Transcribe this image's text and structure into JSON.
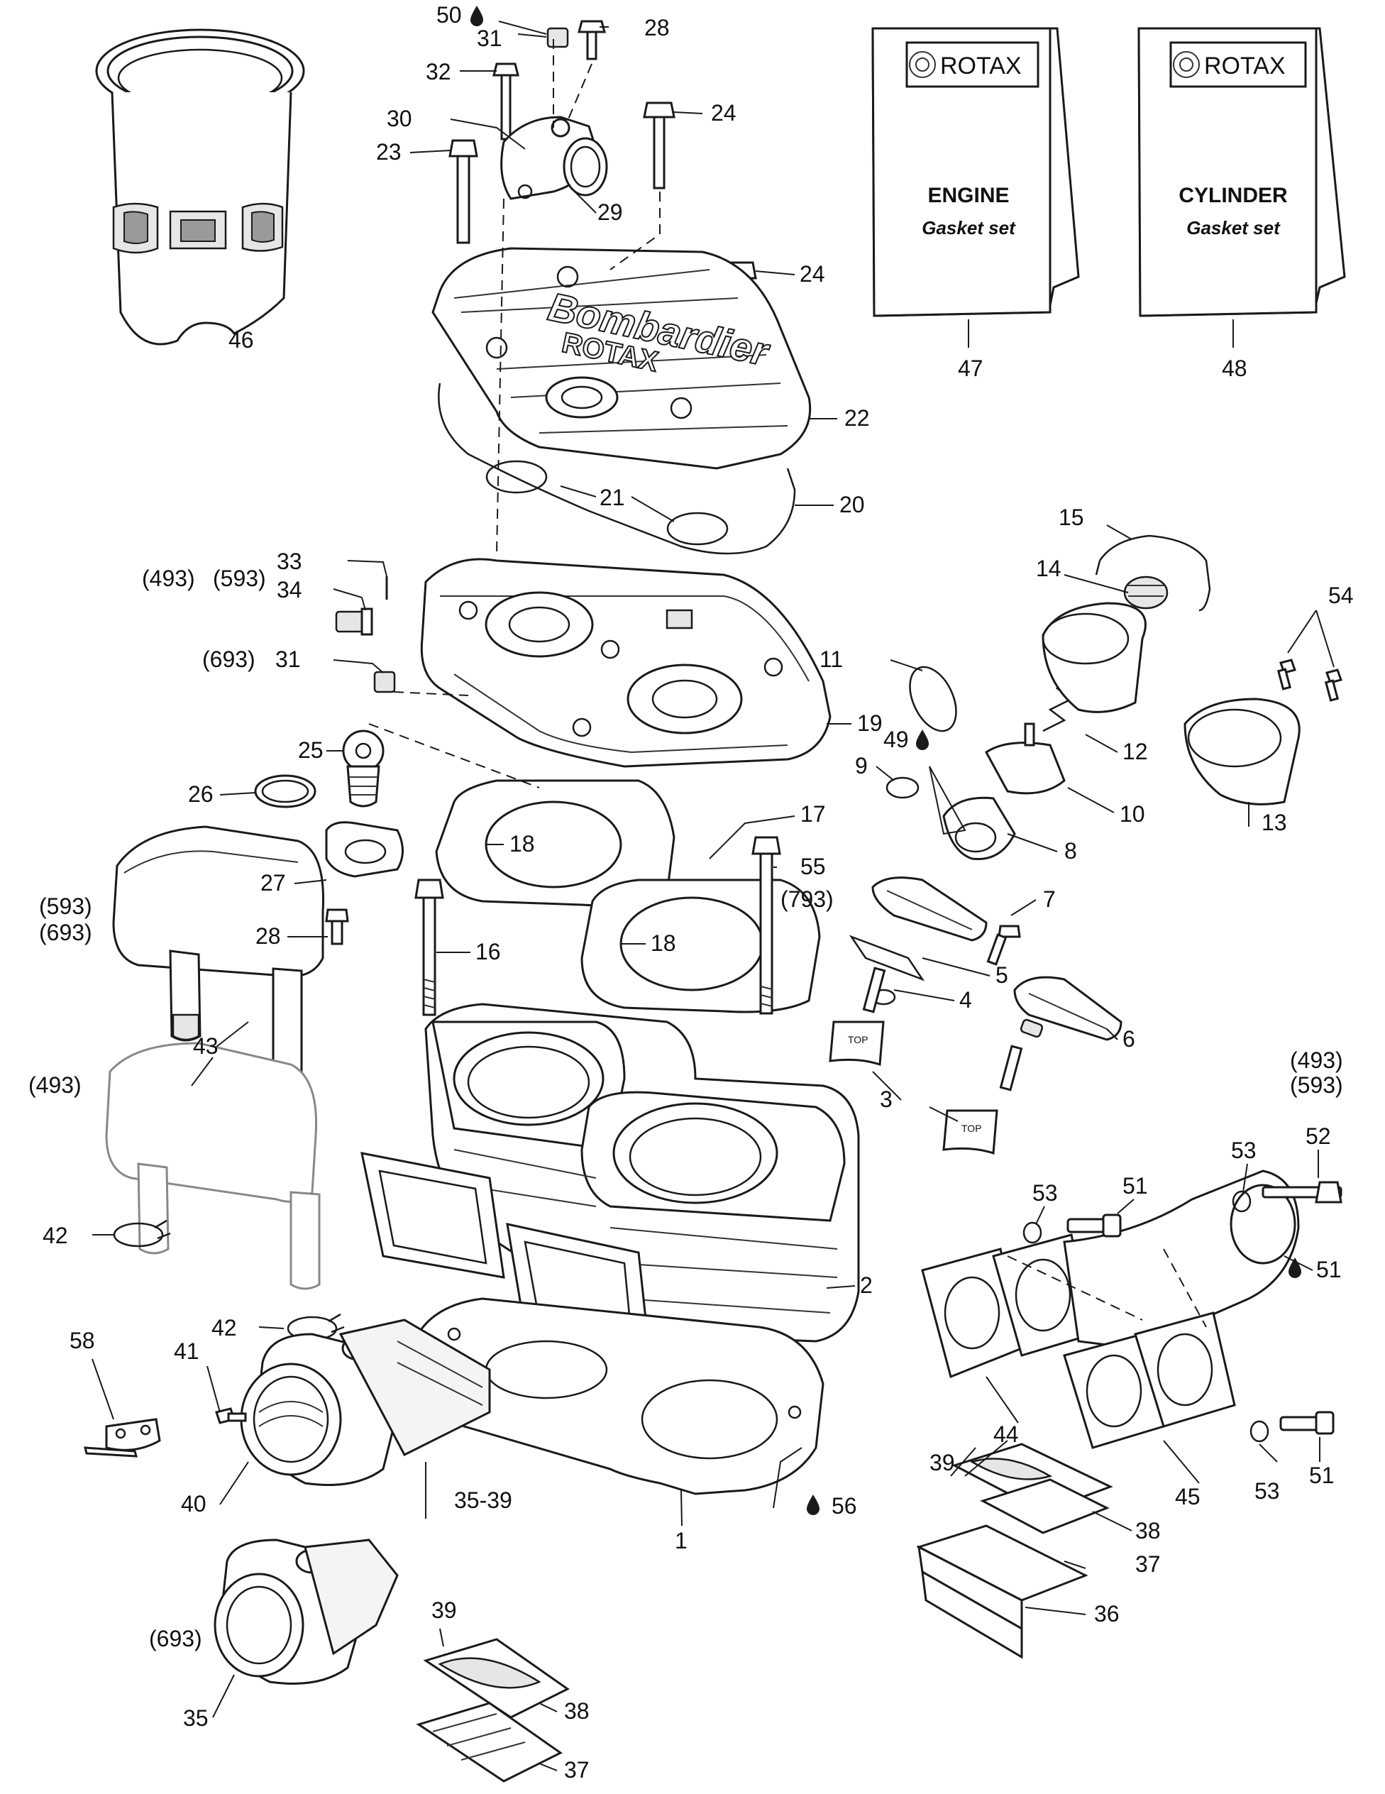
{
  "colors": {
    "line": "#1a1a1a",
    "background": "#ffffff",
    "shade": "#e6e6e6"
  },
  "icons": {
    "oil_drop": "drop-icon"
  },
  "booklets": [
    {
      "brand": "ROTAX",
      "title": "ENGINE",
      "subtitle": "Gasket set",
      "ref": "47"
    },
    {
      "brand": "ROTAX",
      "title": "CYLINDER",
      "subtitle": "Gasket set",
      "ref": "48"
    }
  ],
  "cover_lettering": {
    "head_cover": "Bombardier",
    "head_cover_small": "ROTAX",
    "valve_marking": "TOP"
  },
  "callouts": [
    {
      "id": "c50",
      "text": "50",
      "drop": true
    },
    {
      "id": "c31a",
      "text": "31"
    },
    {
      "id": "c28a",
      "text": "28"
    },
    {
      "id": "c32",
      "text": "32"
    },
    {
      "id": "c24a",
      "text": "24"
    },
    {
      "id": "c30",
      "text": "30"
    },
    {
      "id": "c23",
      "text": "23"
    },
    {
      "id": "c29",
      "text": "29"
    },
    {
      "id": "c24b",
      "text": "24"
    },
    {
      "id": "c46",
      "text": "46"
    },
    {
      "id": "c47",
      "text": "47"
    },
    {
      "id": "c48",
      "text": "48"
    },
    {
      "id": "c22",
      "text": "22"
    },
    {
      "id": "c21",
      "text": "21"
    },
    {
      "id": "c20",
      "text": "20"
    },
    {
      "id": "c15",
      "text": "15"
    },
    {
      "id": "c33",
      "text": "33"
    },
    {
      "id": "c493a",
      "text": "(493)"
    },
    {
      "id": "c593a",
      "text": "(593)"
    },
    {
      "id": "c34",
      "text": "34"
    },
    {
      "id": "c14",
      "text": "14"
    },
    {
      "id": "c54",
      "text": "54"
    },
    {
      "id": "c693a",
      "text": "(693)"
    },
    {
      "id": "c31b",
      "text": "31"
    },
    {
      "id": "c11",
      "text": "11"
    },
    {
      "id": "c19",
      "text": "19"
    },
    {
      "id": "c49",
      "text": "49",
      "drop": true
    },
    {
      "id": "c12",
      "text": "12"
    },
    {
      "id": "c25",
      "text": "25"
    },
    {
      "id": "c9",
      "text": "9"
    },
    {
      "id": "c26",
      "text": "26"
    },
    {
      "id": "c10",
      "text": "10"
    },
    {
      "id": "c13",
      "text": "13"
    },
    {
      "id": "c17",
      "text": "17"
    },
    {
      "id": "c18a",
      "text": "18"
    },
    {
      "id": "c27",
      "text": "27"
    },
    {
      "id": "c55",
      "text": "55"
    },
    {
      "id": "c8",
      "text": "8"
    },
    {
      "id": "c593b",
      "text": "(593)"
    },
    {
      "id": "c793",
      "text": "(793)"
    },
    {
      "id": "c7",
      "text": "7"
    },
    {
      "id": "c693b",
      "text": "(693)"
    },
    {
      "id": "c28b",
      "text": "28"
    },
    {
      "id": "c18b",
      "text": "18"
    },
    {
      "id": "c16",
      "text": "16"
    },
    {
      "id": "c5",
      "text": "5"
    },
    {
      "id": "c4",
      "text": "4"
    },
    {
      "id": "c6",
      "text": "6"
    },
    {
      "id": "c43",
      "text": "43"
    },
    {
      "id": "c493b",
      "text": "(493)"
    },
    {
      "id": "c493c",
      "text": "(493)"
    },
    {
      "id": "c593c",
      "text": "(593)"
    },
    {
      "id": "c3",
      "text": "3"
    },
    {
      "id": "c52",
      "text": "52"
    },
    {
      "id": "c53a",
      "text": "53"
    },
    {
      "id": "c51a",
      "text": "51"
    },
    {
      "id": "c53b",
      "text": "53"
    },
    {
      "id": "c42a",
      "text": "42"
    },
    {
      "id": "c51b",
      "text": "51",
      "drop": true
    },
    {
      "id": "c2",
      "text": "2"
    },
    {
      "id": "c42b",
      "text": "42"
    },
    {
      "id": "c58",
      "text": "58"
    },
    {
      "id": "c41",
      "text": "41"
    },
    {
      "id": "c44",
      "text": "44"
    },
    {
      "id": "c39a",
      "text": "39"
    },
    {
      "id": "c51c",
      "text": "51"
    },
    {
      "id": "c40",
      "text": "40"
    },
    {
      "id": "c35_39",
      "text": "35-39"
    },
    {
      "id": "c56",
      "text": "56",
      "drop": true
    },
    {
      "id": "c45",
      "text": "45"
    },
    {
      "id": "c53c",
      "text": "53"
    },
    {
      "id": "c1",
      "text": "1"
    },
    {
      "id": "c38a",
      "text": "38"
    },
    {
      "id": "c37a",
      "text": "37"
    },
    {
      "id": "c36",
      "text": "36"
    },
    {
      "id": "c39b",
      "text": "39"
    },
    {
      "id": "c693c",
      "text": "(693)"
    },
    {
      "id": "c35",
      "text": "35"
    },
    {
      "id": "c38b",
      "text": "38"
    },
    {
      "id": "c37b",
      "text": "37"
    }
  ]
}
